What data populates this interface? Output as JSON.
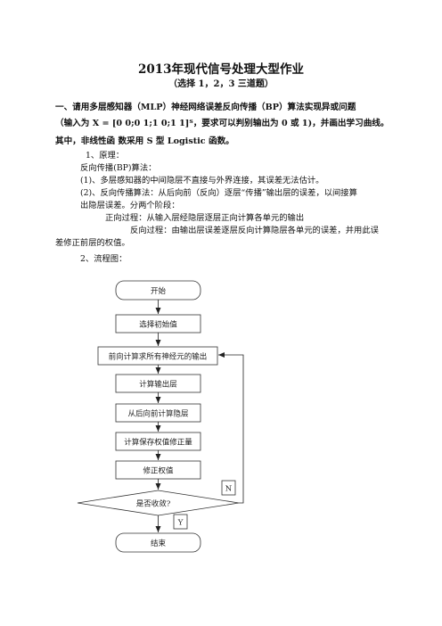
{
  "doc": {
    "title": "2013年现代信号处理大型作业",
    "subtitle": "（选择 1，2，3 三道题）",
    "question": {
      "line1": "一、请用多层感知器（MLP）神经网络误差反向传播（BP）算法实现异或问题",
      "line2": "（输入为 X = [0 0;0 1;1 0;1 1]ᵀ，要求可以判别输出为 0 或 1)，并画出学习曲线。",
      "line3": "其中，非线性函  数采用 S 型 Logistic 函数。"
    },
    "principle": {
      "heading": "1、原理：",
      "l1": "反向传播(BP)算法：",
      "l2": "(1)、多层感知器的中间隐层不直接与外界连接，其误差无法估计。",
      "l3": "(2)、反向传播算法：从后向前（反向）逐层“传播”输出层的误差，以间接算",
      "l4": "出隐层误差。分两个阶段：",
      "l5": "正向过程：从输入层经隐层逐层正向计算各单元的输出",
      "l6": "反向过程：由输出层误差逐层反向计算隐层各单元的误差，并用此误",
      "l7": "差修正前层的权值。"
    },
    "flow_heading": "2、流程图："
  },
  "flowchart": {
    "start": "开始",
    "init": "选择初始值",
    "forward": "前向计算求所有神经元的输出",
    "output": "计算输出层",
    "hidden": "从后向前计算隐层",
    "save": "计算保存权值修正量",
    "update": "修正权值",
    "decision": "是否收敛?",
    "no": "N",
    "yes": "Y",
    "end": "结束"
  }
}
